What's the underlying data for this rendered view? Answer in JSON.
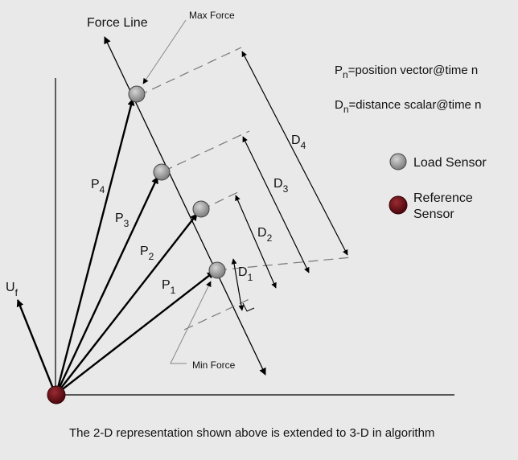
{
  "labels": {
    "force_line": "Force Line",
    "max_force": "Max Force",
    "min_force": "Min Force",
    "uf_main": "U",
    "uf_sub": "f"
  },
  "vectors": [
    {
      "main": "P",
      "sub": "1"
    },
    {
      "main": "P",
      "sub": "2"
    },
    {
      "main": "P",
      "sub": "3"
    },
    {
      "main": "P",
      "sub": "4"
    }
  ],
  "distances": [
    {
      "main": "D",
      "sub": "1"
    },
    {
      "main": "D",
      "sub": "2"
    },
    {
      "main": "D",
      "sub": "3"
    },
    {
      "main": "D",
      "sub": "4"
    }
  ],
  "definitions": [
    {
      "main": "P",
      "sub": "n",
      "rest": "=position vector@time n"
    },
    {
      "main": "D",
      "sub": "n",
      "rest": "=distance scalar@time n"
    }
  ],
  "legend": {
    "load_sensor": "Load Sensor",
    "reference_line1": "Reference",
    "reference_line2": "Sensor"
  },
  "caption": "The 2-D representation shown above is extended to 3-D in algorithm",
  "colors": {
    "load_sensor": "#9a9a9a",
    "reference_sensor": "#6b0f16",
    "background": "#e9e9e9"
  }
}
